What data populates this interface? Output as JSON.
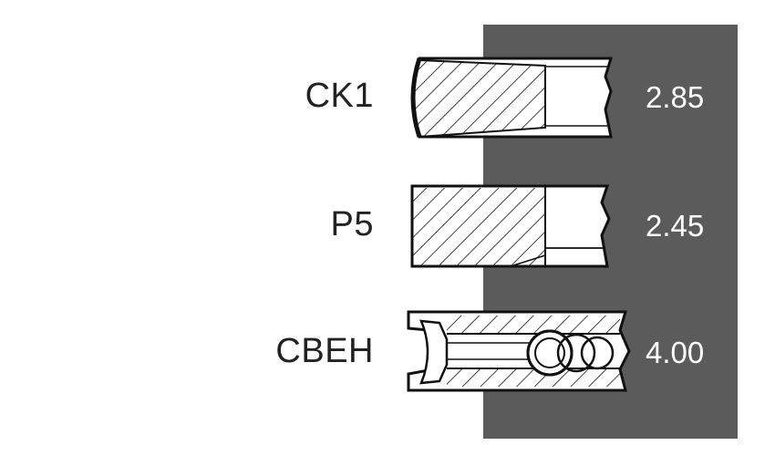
{
  "rings": [
    {
      "name": "CK1",
      "value": "2.85",
      "profile": "tapered-compression-ring"
    },
    {
      "name": "P5",
      "value": "2.45",
      "profile": "rectangular-compression-ring"
    },
    {
      "name": "CBEH",
      "value": "4.00",
      "profile": "oil-control-ring-with-expander-spring"
    }
  ],
  "colors": {
    "background": "#ffffff",
    "panel": "#5b5b5b",
    "ring_fill": "#ffffff",
    "ring_outline": "#111111",
    "label_text": "#222222",
    "value_text": "#ffffff"
  }
}
